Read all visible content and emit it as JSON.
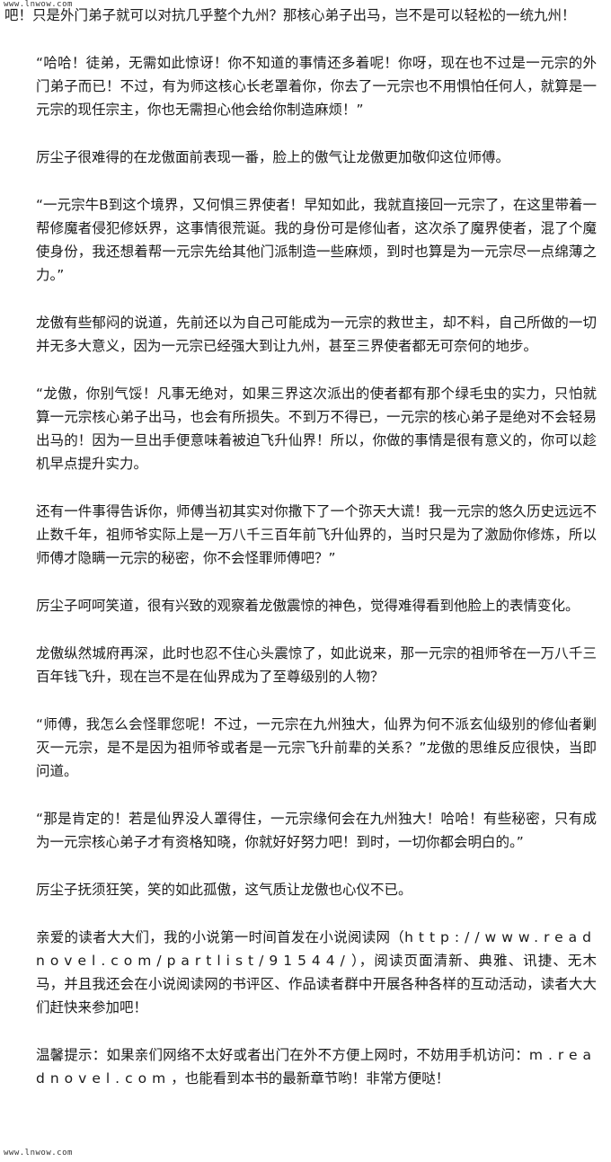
{
  "watermark": {
    "top": "www.lnwow.com",
    "bottom": "www.lnwow.com"
  },
  "paragraphs": [
    "吧！只是外门弟子就可以对抗几乎整个九州？那核心弟子出马，岂不是可以轻松的一统九州！",
    "“哈哈！徒弟，无需如此惊讶！你不知道的事情还多着呢！你呀，现在也不过是一元宗的外门弟子而已！不过，有为师这核心长老罩着你，你去了一元宗也不用惧怕任何人，就算是一元宗的现任宗主，你也无需担心他会给你制造麻烦！”",
    "厉尘子很难得的在龙傲面前表现一番，脸上的傲气让龙傲更加敬仰这位师傅。",
    "“一元宗牛B到这个境界，又何惧三界使者！早知如此，我就直接回一元宗了，在这里带着一帮修魔者侵犯修妖界，这事情很荒诞。我的身份可是修仙者，这次杀了魔界使者，混了个魔使身份，我还想着帮一元宗先给其他门派制造一些麻烦，到时也算是为一元宗尽一点绵薄之力。”",
    "龙傲有些郁闷的说道，先前还以为自己可能成为一元宗的救世主，却不料，自己所做的一切并无多大意义，因为一元宗已经强大到让九州，甚至三界使者都无可奈何的地步。",
    "“龙傲，你别气馁！凡事无绝对，如果三界这次派出的使者都有那个绿毛虫的实力，只怕就算一元宗核心弟子出马，也会有所损失。不到万不得已，一元宗的核心弟子是绝对不会轻易出马的！因为一旦出手便意味着被迫飞升仙界！所以，你做的事情是很有意义的，你可以趁机早点提升实力。",
    "还有一件事得告诉你，师傅当初其实对你撒下了一个弥天大谎！我一元宗的悠久历史远远不止数千年，祖师爷实际上是一万八千三百年前飞升仙界的，当时只是为了激励你修炼，所以师傅才隐瞒一元宗的秘密，你不会怪罪师傅吧？”",
    "厉尘子呵呵笑道，很有兴致的观察着龙傲震惊的神色，觉得难得看到他脸上的表情变化。",
    "龙傲纵然城府再深，此时也忍不住心头震惊了，如此说来，那一元宗的祖师爷在一万八千三百年钱飞升，现在岂不是在仙界成为了至尊级别的人物？",
    "“师傅，我怎么会怪罪您呢！不过，一元宗在九州独大，仙界为何不派玄仙级别的修仙者剿灭一元宗，是不是因为祖师爷或者是一元宗飞升前辈的关系？”龙傲的思维反应很快，当即问道。",
    "“那是肯定的！若是仙界没人罩得住，一元宗缘何会在九州独大！哈哈！有些秘密，只有成为一元宗核心弟子才有资格知晓，你就好好努力吧！到时，一切你都会明白的。”",
    "厉尘子抚须狂笑，笑的如此孤傲，这气质让龙傲也心仪不已。"
  ],
  "promo": {
    "text_before": "亲爱的读者大大们，我的小说第一时间首发在小说阅读网（",
    "url": "http://www.readnovel.com/partlist/91544/",
    "text_after": "），阅读页面清新、典雅、讯捷、无木马，并且我还会在小说阅读网的书评区、作品读者群中开展各种各样的互动活动，读者大大们赶快来参加吧！"
  },
  "tip": {
    "text_before": "温馨提示：如果亲们网络不太好或者出门在外不方便上网时，不妨用手机访问：",
    "url": "m.readnovel.com",
    "text_after": "，也能看到本书的最新章节哟！非常方便哒！"
  }
}
